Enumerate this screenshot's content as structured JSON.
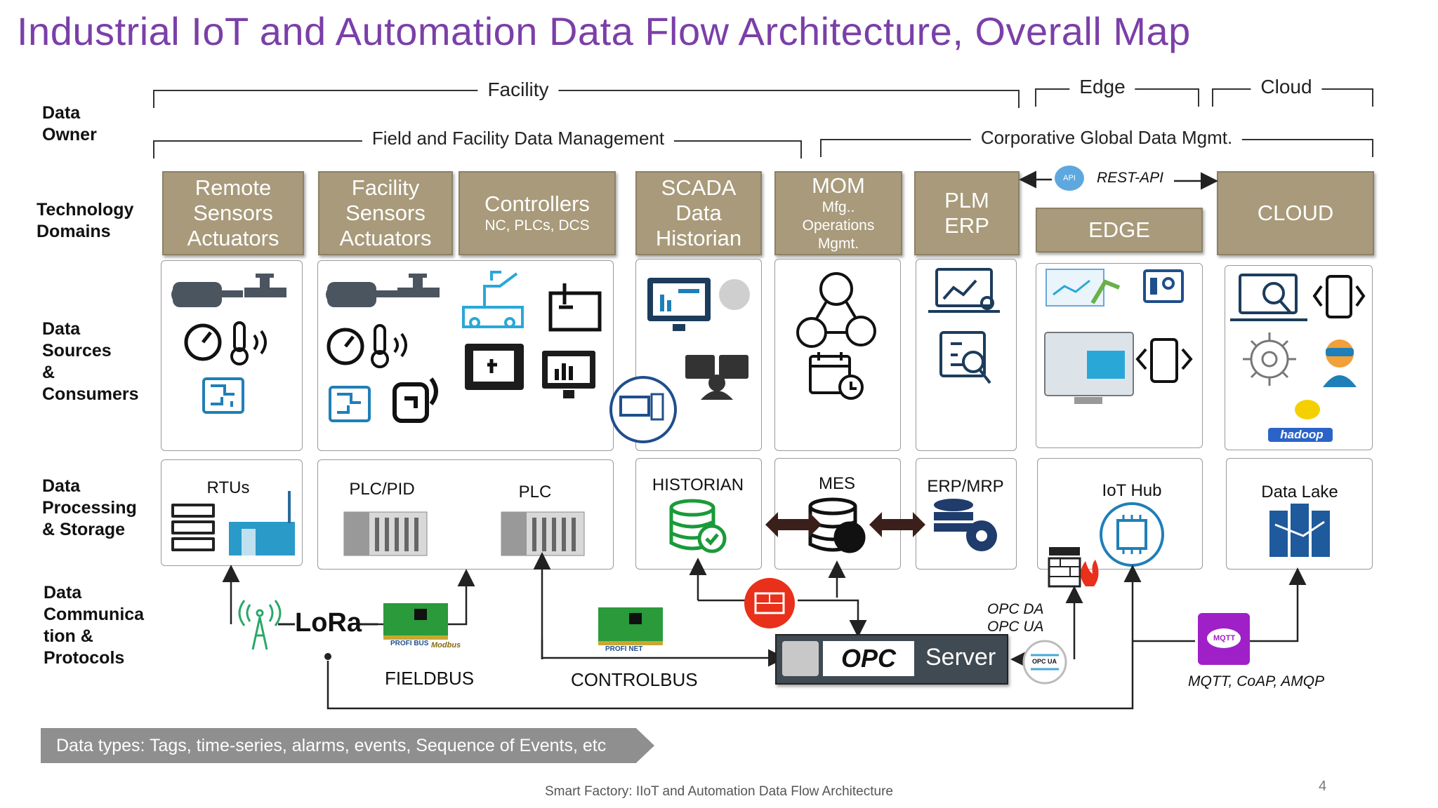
{
  "title": "Industrial IoT and Automation Data Flow Architecture, Overall Map",
  "row_labels": {
    "data_owner": "Data\nOwner",
    "technology_domains": "Technology\nDomains",
    "data_sources": "Data\nSources\n&\nConsumers",
    "data_processing": "Data\nProcessing\n& Storage",
    "data_communication": "Data\nCommunica\ntion &\nProtocols"
  },
  "owners": {
    "facility": "Facility",
    "edge": "Edge",
    "cloud": "Cloud",
    "field_mgmt": "Field and Facility Data Management",
    "corp_mgmt": "Corporative Global Data Mgmt."
  },
  "domains": {
    "remote_sensors": "Remote\nSensors\nActuators",
    "facility_sensors": "Facility\nSensors\nActuators",
    "controllers": "Controllers",
    "controllers_sub": "NC, PLCs, DCS",
    "scada": "SCADA\nData\nHistorian",
    "mom": "MOM",
    "mom_sub": "Mfg..\nOperations\nMgmt.",
    "plm": "PLM\nERP",
    "edge": "EDGE",
    "cloud": "CLOUD",
    "rest_api": "REST-API",
    "api_badge": "API"
  },
  "processing": {
    "rtus": "RTUs",
    "plc_pid": "PLC/PID",
    "plc": "PLC",
    "historian": "HISTORIAN",
    "mes": "MES",
    "erp_mrp": "ERP/MRP",
    "iot_hub": "IoT Hub",
    "data_lake": "Data Lake"
  },
  "protocols": {
    "lora": "LoRa",
    "fieldbus": "FIELDBUS",
    "controlbus": "CONTROLBUS",
    "opc_da_ua": "OPC DA\nOPC UA",
    "opc_logo": "OPC",
    "server": "Server",
    "mqtt_badge": "MQTT",
    "mqtt": "MQTT, CoAP, AMQP",
    "opc_ua_badge": "OPC UA",
    "profibus": "PROFI BUS",
    "profinet": "PROFI NET",
    "modbus": "Modbus",
    "hadoop": "hadoop"
  },
  "data_types": "Data types: Tags, time-series, alarms, events,  Sequence of Events, etc",
  "footer": "Smart Factory: IIoT and Automation Data Flow Architecture",
  "page_number": "4",
  "colors": {
    "title": "#7b3fa8",
    "domain_box": "#a89a7a",
    "icon_blue": "#1f7fb8",
    "arrow_dark": "#3b1f1a",
    "firewall_red": "#e8301a",
    "mqtt_purple": "#a020c8",
    "historian_green": "#1a9a3a"
  }
}
